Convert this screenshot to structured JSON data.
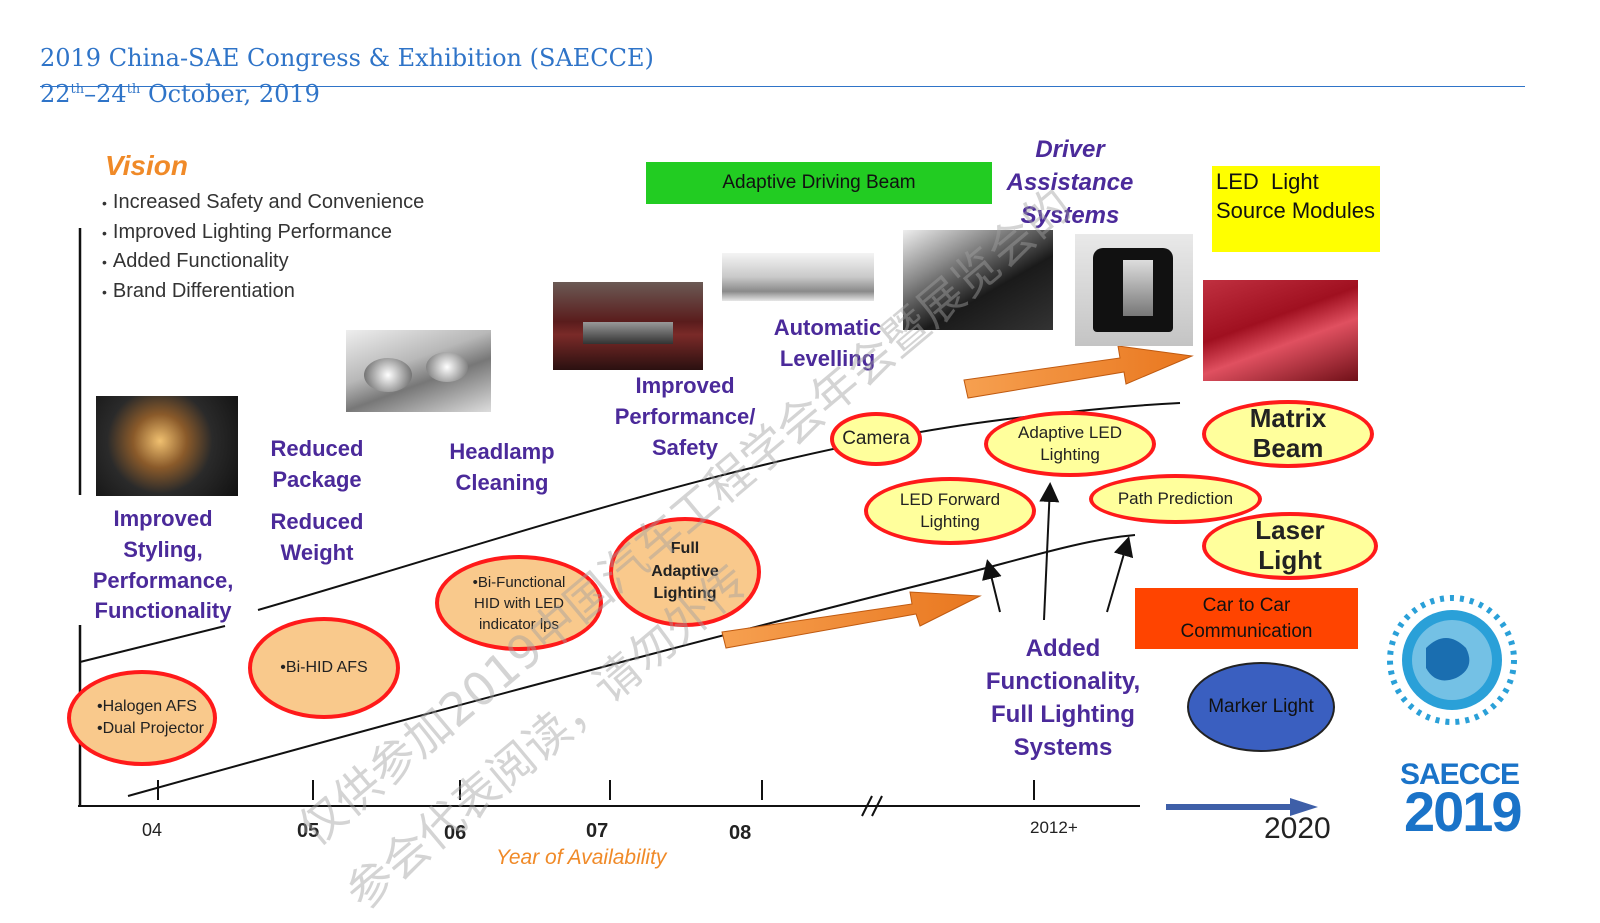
{
  "header": {
    "title": "2019 China-SAE Congress & Exhibition (SAECCE)",
    "date_prefix": "22",
    "date_sup1": "th",
    "date_dash": "–24",
    "date_sup2": "th",
    "date_rest": " October, 2019"
  },
  "vision": {
    "title": "Vision",
    "items": [
      "Increased Safety and Convenience",
      "Improved Lighting Performance",
      "Added Functionality",
      "Brand Differentiation"
    ]
  },
  "labels": {
    "improved_styling": "Improved Styling, Performance, Functionality",
    "reduced_package": "Reduced Package",
    "reduced_weight": "Reduced Weight",
    "headlamp_cleaning": "Headlamp Cleaning",
    "improved_performance": "Improved Performance/ Safety",
    "automatic_levelling": "Automatic Levelling",
    "driver_assistance": "Driver Assistance Systems",
    "added_functionality": "Added Functionality, Full Lighting Systems"
  },
  "boxes": {
    "adaptive_driving_beam": "Adaptive Driving Beam",
    "led_light_source": "LED  Light Source Modules",
    "car_to_car": "Car to Car Communication"
  },
  "ellipses": {
    "halogen_afs": "•Halogen AFS",
    "dual_projector": "•Dual Projector",
    "bi_hid_afs": "•Bi-HID AFS",
    "bi_functional": "•Bi-Functional HID with LED indicator lps",
    "full_adaptive": "Full Adaptive Lighting",
    "camera": "Camera",
    "adaptive_led": "Adaptive LED Lighting",
    "led_forward": "LED Forward Lighting",
    "path_prediction": "Path Prediction",
    "matrix_beam": "Matrix Beam",
    "laser_light": "Laser Light",
    "marker_light": "Marker Light"
  },
  "axis": {
    "ticks": [
      "04",
      "05",
      "06",
      "07",
      "08",
      "2012+"
    ],
    "future": "2020",
    "xlabel": "Year of Availability"
  },
  "logo": {
    "line1": "SAECCE",
    "line2": "2019"
  },
  "watermark": {
    "line1": "仅供参加2019中国汽车工程学会年会暨展览会的",
    "line2": "参会代表阅读，请勿外传"
  },
  "colors": {
    "header_blue": "#2f74c8",
    "purple_text": "#4b2a9a",
    "vision_orange": "#f08a28",
    "green_box": "#22cc22",
    "yellow_box": "#ffff00",
    "red_box": "#ff4400",
    "marker_blue": "#3a5fc0"
  }
}
